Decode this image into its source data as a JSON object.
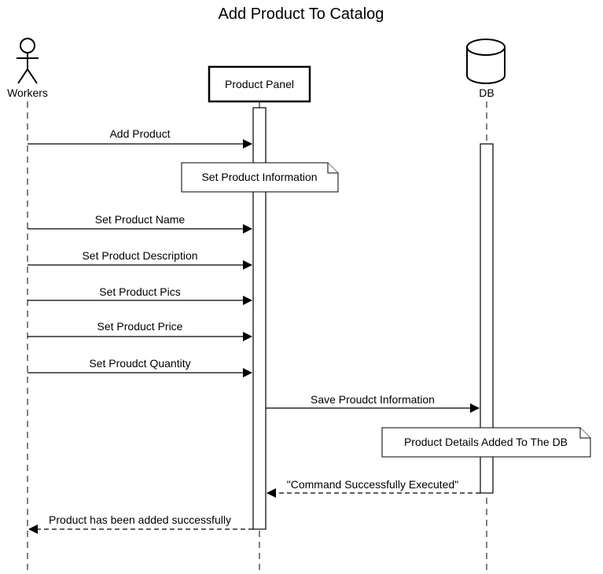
{
  "diagram": {
    "title": "Add Product To Catalog",
    "participants": {
      "workers": {
        "label": "Workers",
        "kind": "actor"
      },
      "panel": {
        "label": "Product Panel",
        "kind": "boundary"
      },
      "db": {
        "label": "DB",
        "kind": "database"
      }
    },
    "messages": [
      {
        "id": "add_product",
        "from": "workers",
        "to": "panel",
        "label": "Add Product",
        "style": "solid"
      },
      {
        "id": "set_name",
        "from": "workers",
        "to": "panel",
        "label": "Set Product Name",
        "style": "solid"
      },
      {
        "id": "set_description",
        "from": "workers",
        "to": "panel",
        "label": "Set Product Description",
        "style": "solid"
      },
      {
        "id": "set_pics",
        "from": "workers",
        "to": "panel",
        "label": "Set Product Pics",
        "style": "solid"
      },
      {
        "id": "set_price",
        "from": "workers",
        "to": "panel",
        "label": "Set Product Price",
        "style": "solid"
      },
      {
        "id": "set_quantity",
        "from": "workers",
        "to": "panel",
        "label": "Set Proudct Quantity",
        "style": "solid"
      },
      {
        "id": "save_info",
        "from": "panel",
        "to": "db",
        "label": "Save Proudct Information",
        "style": "solid"
      },
      {
        "id": "command_success",
        "from": "db",
        "to": "panel",
        "label": "\"Command Successfully Executed\"",
        "style": "dashed"
      },
      {
        "id": "product_added",
        "from": "panel",
        "to": "workers",
        "label": "Product has been added successfully",
        "style": "dashed"
      }
    ],
    "notes": [
      {
        "id": "set_product_information",
        "label": "Set Product Information"
      },
      {
        "id": "product_details_added",
        "label": "Product Details Added To The DB"
      }
    ]
  }
}
